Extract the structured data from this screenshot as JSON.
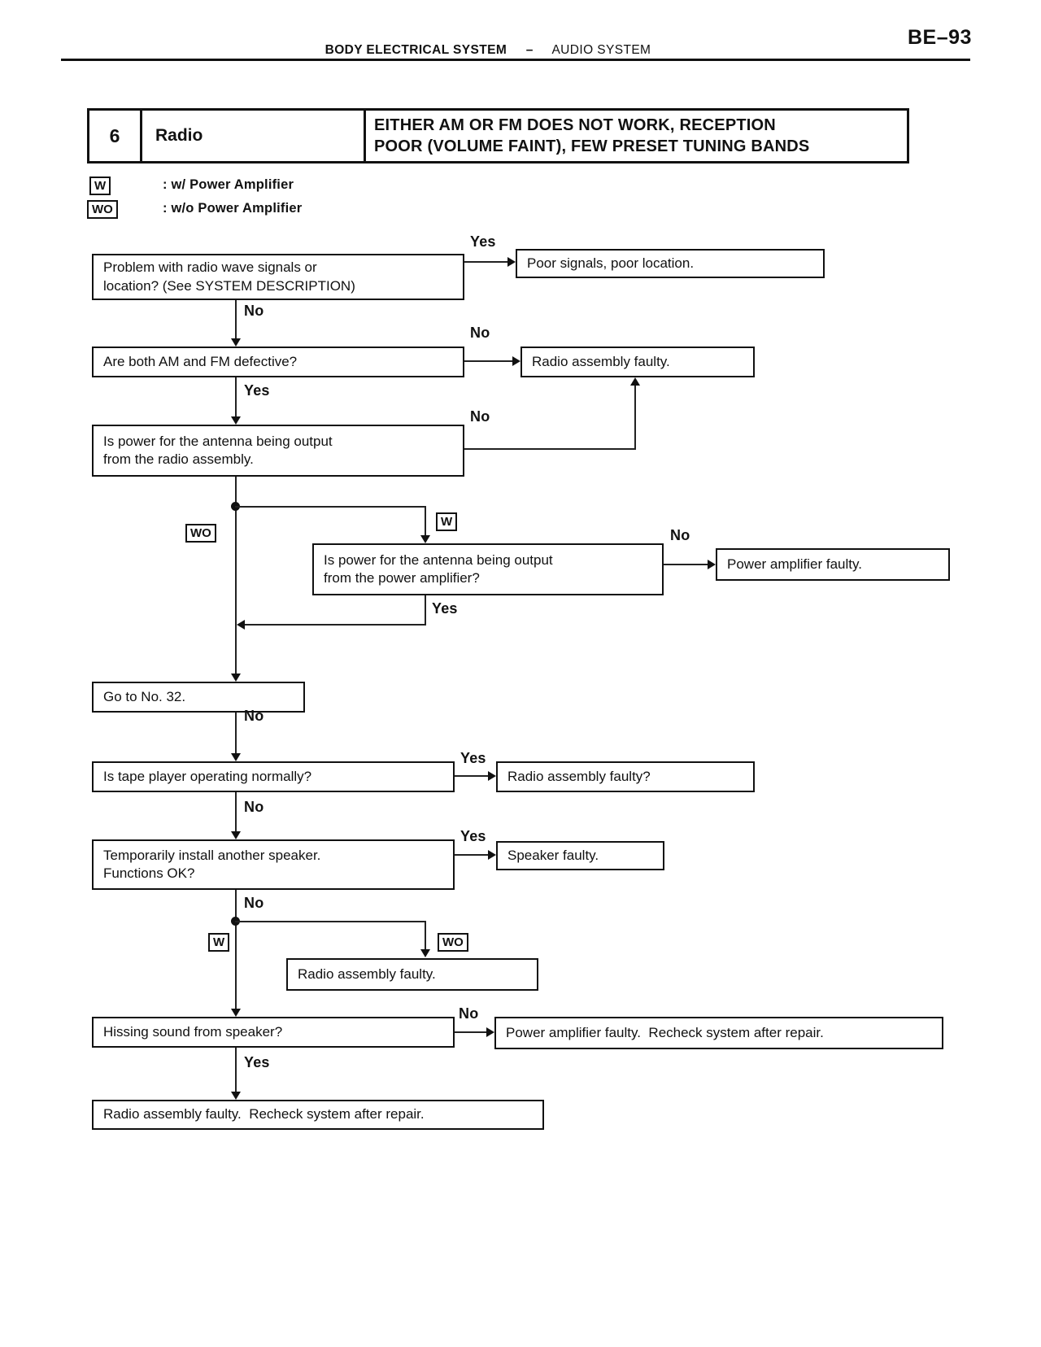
{
  "page": {
    "page_number": "BE–93",
    "header_section": "BODY ELECTRICAL SYSTEM",
    "header_separator": "–",
    "header_subsection": "AUDIO SYSTEM"
  },
  "title_block": {
    "number": "6",
    "system": "Radio",
    "symptom_line1": "EITHER AM OR FM DOES NOT WORK, RECEPTION",
    "symptom_line2": "POOR (VOLUME FAINT), FEW PRESET TUNING BANDS"
  },
  "legend": {
    "items": [
      {
        "symbol": "W",
        "meaning": ": w/ Power Amplifier"
      },
      {
        "symbol": "WO",
        "meaning": ": w/o Power Amplifier"
      }
    ]
  },
  "flowchart": {
    "branch_labels": {
      "yes": "Yes",
      "no": "No"
    },
    "condition_tags": {
      "with_amp": "W",
      "without_amp": "WO"
    },
    "nodes": [
      {
        "id": "q-radio-wave",
        "lines": [
          "Problem with radio wave signals or",
          "location? (See SYSTEM DESCRIPTION)"
        ]
      },
      {
        "id": "poor-signals",
        "lines": [
          "Poor signals, poor location."
        ]
      },
      {
        "id": "q-am-fm-defective",
        "lines": [
          "Are both AM and FM defective?"
        ]
      },
      {
        "id": "radio-assembly-faulty-1",
        "lines": [
          "Radio assembly faulty."
        ]
      },
      {
        "id": "q-antenna-power-radio",
        "lines": [
          "Is power for the antenna being output",
          "from the radio assembly."
        ]
      },
      {
        "id": "q-antenna-power-amp",
        "lines": [
          "Is power for the antenna being output",
          "from the power amplifier?"
        ]
      },
      {
        "id": "power-amplifier-faulty",
        "lines": [
          "Power amplifier faulty."
        ]
      },
      {
        "id": "go-to-no-32",
        "lines": [
          "Go to No. 32."
        ]
      },
      {
        "id": "q-tape-player",
        "lines": [
          "Is tape player operating normally?"
        ]
      },
      {
        "id": "radio-assembly-faulty-q",
        "lines": [
          "Radio assembly faulty?"
        ]
      },
      {
        "id": "q-install-speaker",
        "lines": [
          "Temporarily install another speaker.",
          "Functions OK?"
        ]
      },
      {
        "id": "speaker-faulty",
        "lines": [
          "Speaker faulty."
        ]
      },
      {
        "id": "radio-assembly-faulty-2",
        "lines": [
          "Radio assembly faulty."
        ]
      },
      {
        "id": "q-hissing-sound",
        "lines": [
          "Hissing sound from speaker?"
        ]
      },
      {
        "id": "power-amp-faulty-recheck",
        "lines": [
          "Power amplifier faulty.  Recheck system after repair."
        ]
      },
      {
        "id": "radio-assembly-faulty-recheck",
        "lines": [
          "Radio assembly faulty.  Recheck system after repair."
        ]
      }
    ]
  }
}
